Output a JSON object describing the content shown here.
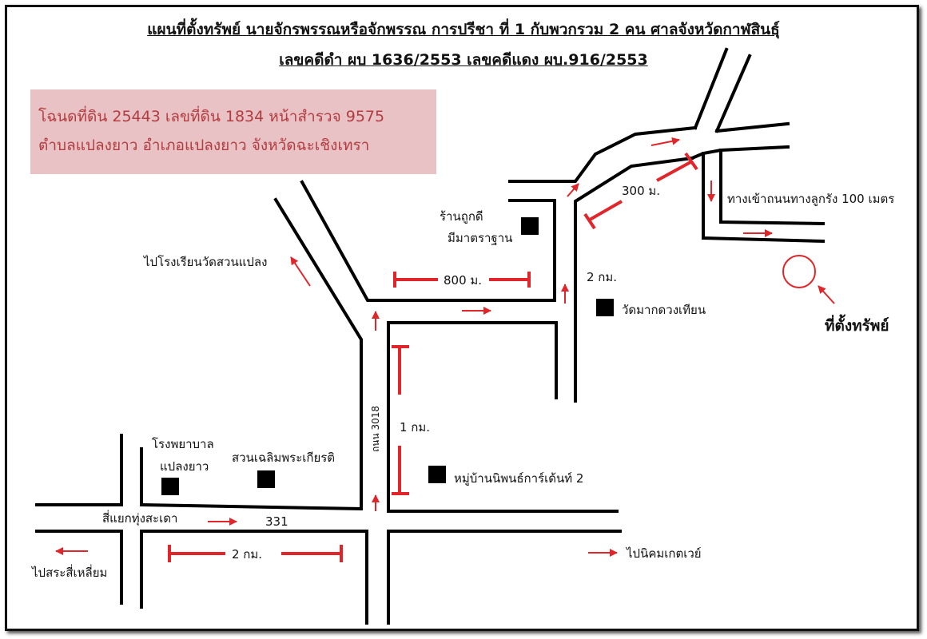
{
  "header": {
    "title_line1": "แผนที่ตั้งทรัพย์  นายจักรพรรณหรือจักพรรณ  การปรีชา ที่  1 กับพวกรวม 2 คน ศาลจังหวัดกาฬสินธุ์",
    "title_line2": "เลขคดีดำ ผบ 1636/2553     เลขคดีแดง  ผบ.916/2553"
  },
  "info": {
    "line1": "โฉนดที่ดิน 25443 เลขที่ดิน 1834 หน้าสำรวจ 9575",
    "line2": "ตำบลแปลงยาว อำเภอแปลงยาว จังหวัดฉะเชิงเทรา"
  },
  "places": {
    "shop_line1": "ร้านถูกดี",
    "shop_line2": "มีมาตราฐาน",
    "temple": "วัดมากดวงเทียน",
    "hospital_line1": "โรงพยาบาล",
    "hospital_line2": "แปลงยาว",
    "park": "สวนเฉลิมพระเกียรติ",
    "village": "หมู่บ้านนิพนธ์การ์เด้นท์ 2"
  },
  "directions": {
    "school": "ไปโรงเรียนวัดสวนแปลง",
    "sra_si_liam": "ไปสระสี่เหลี่ยม",
    "industrial": "ไปนิคมเกตเวย์",
    "alley": "ทางเข้าถนนทางลูกรัง 100 เมตร"
  },
  "roads": {
    "junction": "สี่แยกทุ่งสะเดา",
    "road_331": "331",
    "road_3018": "ถนน 3018"
  },
  "distances": {
    "d_300m": "300 ม.",
    "d_800m": "800 ม.",
    "d_2km_right": "2 กม.",
    "d_1km": "1 กม.",
    "d_2km_bottom": "2 กม."
  },
  "property": {
    "label": "ที่ตั้งทรัพย์",
    "marker_color": "#e0262b"
  },
  "colors": {
    "road": "#000000",
    "arrow": "#e0262b",
    "box_bg": "#e8c2c5",
    "box_text": "#b23c40"
  }
}
